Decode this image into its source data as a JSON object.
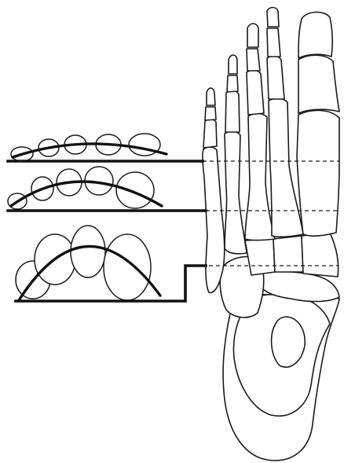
{
  "figure": {
    "subject": "foot-skeleton-dorsal-view-with-transverse-arch-cross-sections",
    "line_color": "#111111",
    "background": "#ffffff"
  },
  "cross_sections": [
    {
      "level": "distal-metatarsal",
      "bone_count": 5
    },
    {
      "level": "mid-metatarsal",
      "bone_count": 5
    },
    {
      "level": "proximal-metatarsal-tarsometatarsal",
      "bone_count": 4
    }
  ],
  "bone_groups": [
    "phalanges",
    "metatarsals",
    "cuneiforms",
    "cuboid",
    "navicular",
    "talus",
    "calcaneus"
  ]
}
